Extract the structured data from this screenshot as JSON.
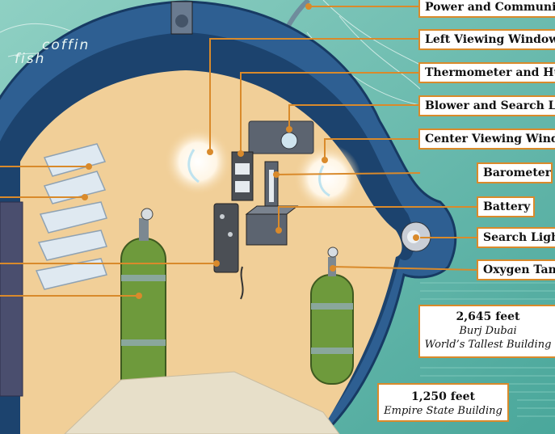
{
  "fish_caption": [
    "coffin",
    "fish"
  ],
  "labels": [
    "Power and Communications",
    "Left Viewing Window",
    "Thermometer and Humidity",
    "Blower and Search Light",
    "Center Viewing Window",
    "Barometer",
    "Battery",
    "Search Light",
    "Oxygen Tank"
  ],
  "depths": [
    {
      "feet": "2,645 feet",
      "name_line1": "Burj Dubai",
      "name_line2": "World’s Tallest Building"
    },
    {
      "feet": "1,250 feet",
      "name_line1": "Empire State Building"
    }
  ],
  "colors": {
    "water": "#5fb3a8",
    "hull": "#2e5f92",
    "hull_dark": "#173a63",
    "interior": "#f1cf98",
    "leader": "#d98a2b",
    "tank": "#6e9a3c"
  }
}
